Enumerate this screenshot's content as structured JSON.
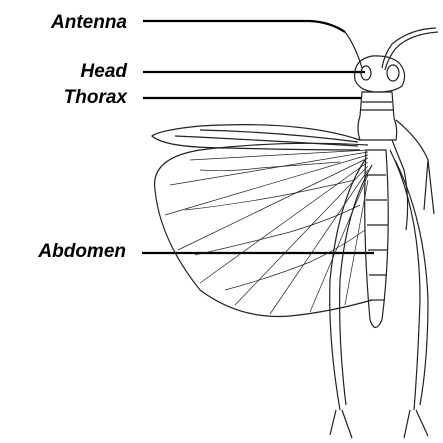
{
  "labels": {
    "antenna": "Antenna",
    "head": "Head",
    "thorax": "Thorax",
    "abdomen": "Abdomen"
  },
  "colors": {
    "line": "#000000",
    "background": "#ffffff",
    "drawing": "#222222"
  }
}
